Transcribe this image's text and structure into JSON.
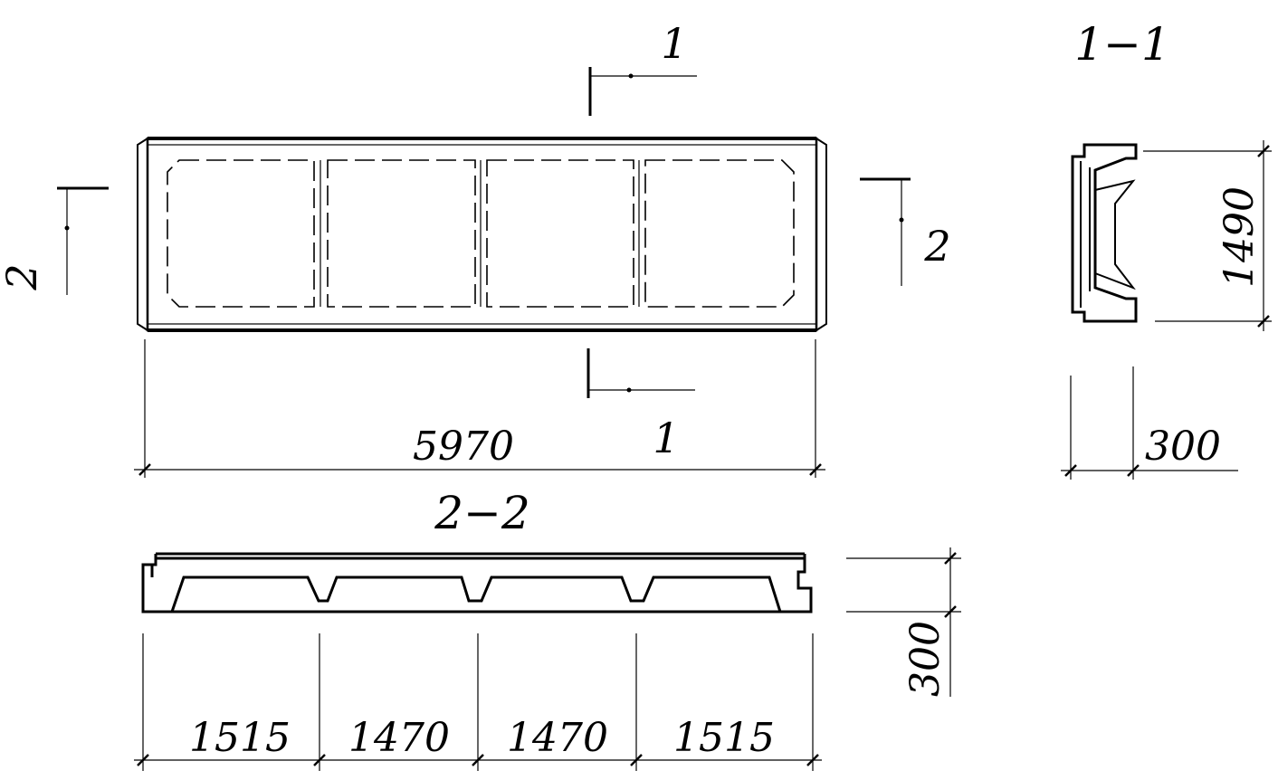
{
  "plan_view": {
    "overall_length_label": "5970"
  },
  "section_1_1": {
    "title": "1−1",
    "height_label": "1490",
    "width_label": "300"
  },
  "section_2_2": {
    "title": "2−2",
    "height_label": "300",
    "rib_spacing": [
      "1515",
      "1470",
      "1470",
      "1515"
    ]
  },
  "cut_markers": {
    "cut_1_top": "1",
    "cut_1_bottom": "1",
    "cut_2_left": "2",
    "cut_2_right": "2"
  },
  "colors": {
    "line": "#000000",
    "background": "#ffffff"
  }
}
